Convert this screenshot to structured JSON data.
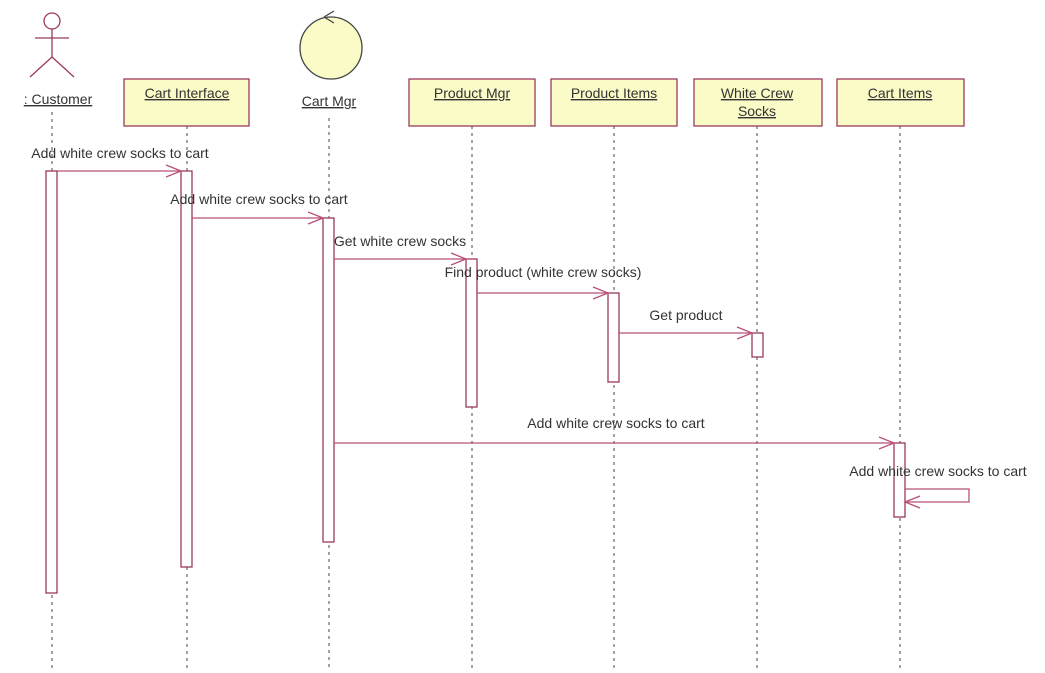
{
  "participants": [
    {
      "id": "customer",
      "label": ": Customer",
      "kind": "actor"
    },
    {
      "id": "cart-interface",
      "label": "Cart Interface",
      "kind": "box"
    },
    {
      "id": "cart-mgr",
      "label": "Cart Mgr",
      "kind": "control"
    },
    {
      "id": "product-mgr",
      "label": "Product Mgr",
      "kind": "box"
    },
    {
      "id": "product-items",
      "label": "Product Items",
      "kind": "box"
    },
    {
      "id": "white-crew-socks",
      "label": [
        "White Crew",
        "Socks"
      ],
      "kind": "box"
    },
    {
      "id": "cart-items",
      "label": "Cart Items",
      "kind": "box"
    }
  ],
  "messages": [
    {
      "from": "customer",
      "to": "cart-interface",
      "label": "Add white crew socks to cart"
    },
    {
      "from": "cart-interface",
      "to": "cart-mgr",
      "label": "Add white crew socks to cart"
    },
    {
      "from": "cart-mgr",
      "to": "product-mgr",
      "label": "Get white crew socks"
    },
    {
      "from": "product-mgr",
      "to": "product-items",
      "label": "Find product (white crew socks)"
    },
    {
      "from": "product-items",
      "to": "white-crew-socks",
      "label": "Get product"
    },
    {
      "from": "cart-mgr",
      "to": "cart-items",
      "label": "Add white crew socks to cart"
    },
    {
      "from": "cart-items",
      "to": "cart-items",
      "label": "Add white crew socks to cart"
    }
  ]
}
